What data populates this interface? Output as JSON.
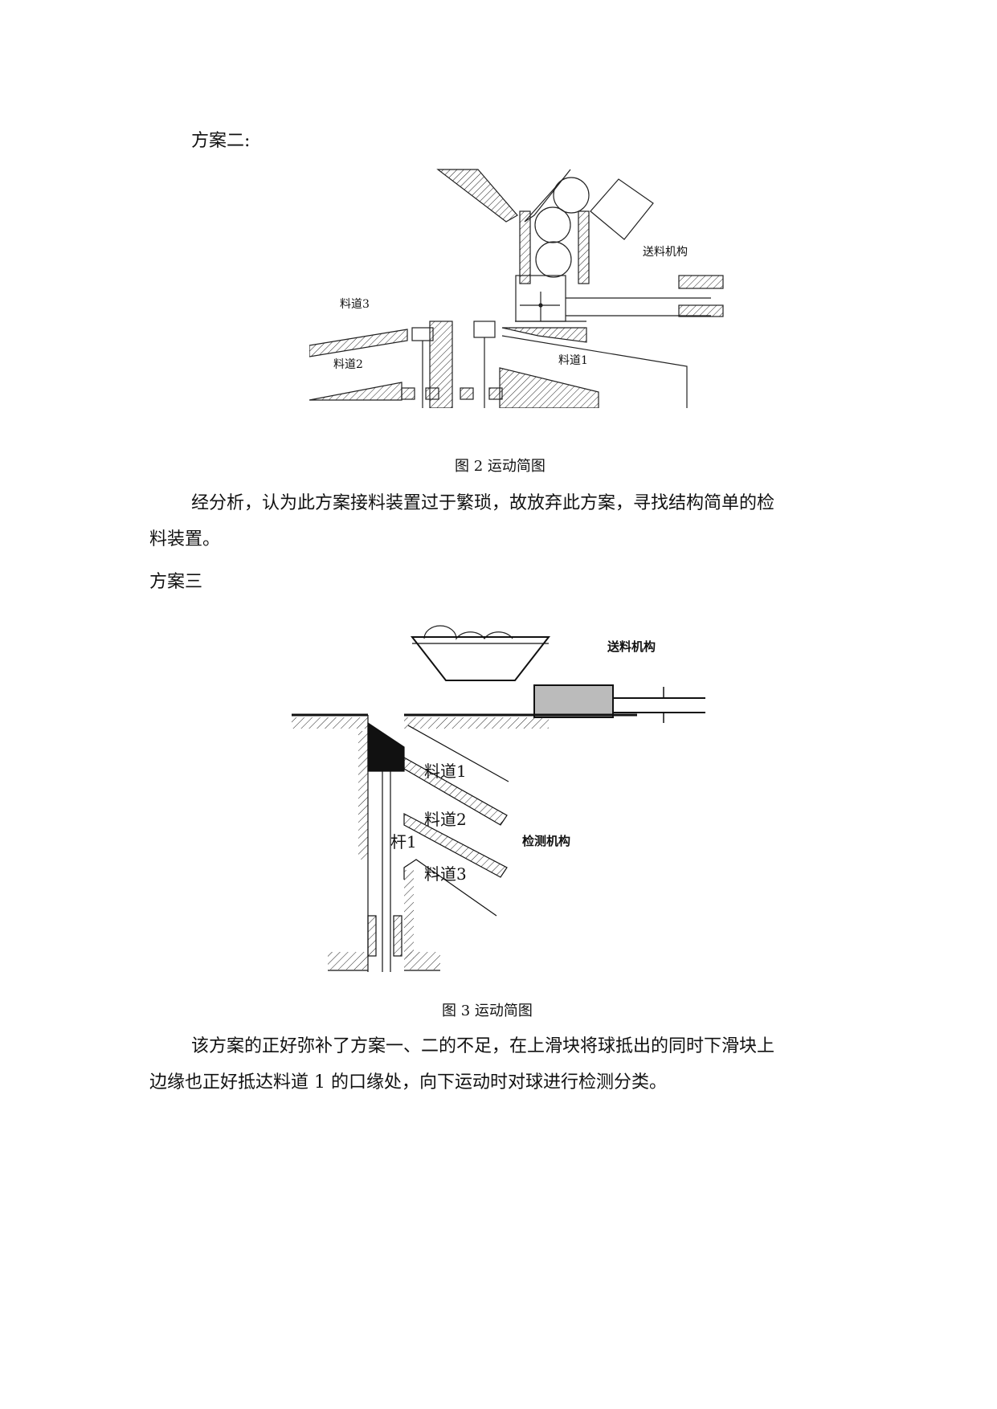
{
  "heading_scheme2": "方案二:",
  "figure2": {
    "label_feed": "送料机构",
    "label_track3": "料道3",
    "label_track2": "料道2",
    "label_track1": "料道1",
    "caption": "图 2  运动简图"
  },
  "para_analysis": "经分析，认为此方案接料装置过于繁琐，故放弃此方案，寻找结构简单的检",
  "para_analysis_cont": "料装置。",
  "heading_scheme3": "方案三",
  "figure3": {
    "label_feed": "送料机构",
    "label_track1": "料道1",
    "label_track2": "料道2",
    "label_track3": "料道3",
    "label_rod": "杆1",
    "label_detect": "检测机构",
    "caption": "图 3  运动简图"
  },
  "para_conclusion": "该方案的正好弥补了方案一、二的不足，在上滑块将球抵出的同时下滑块上",
  "para_conclusion_cont": "边缘也正好抵达料道 1 的口缘处，向下运动时对球进行检测分类。"
}
